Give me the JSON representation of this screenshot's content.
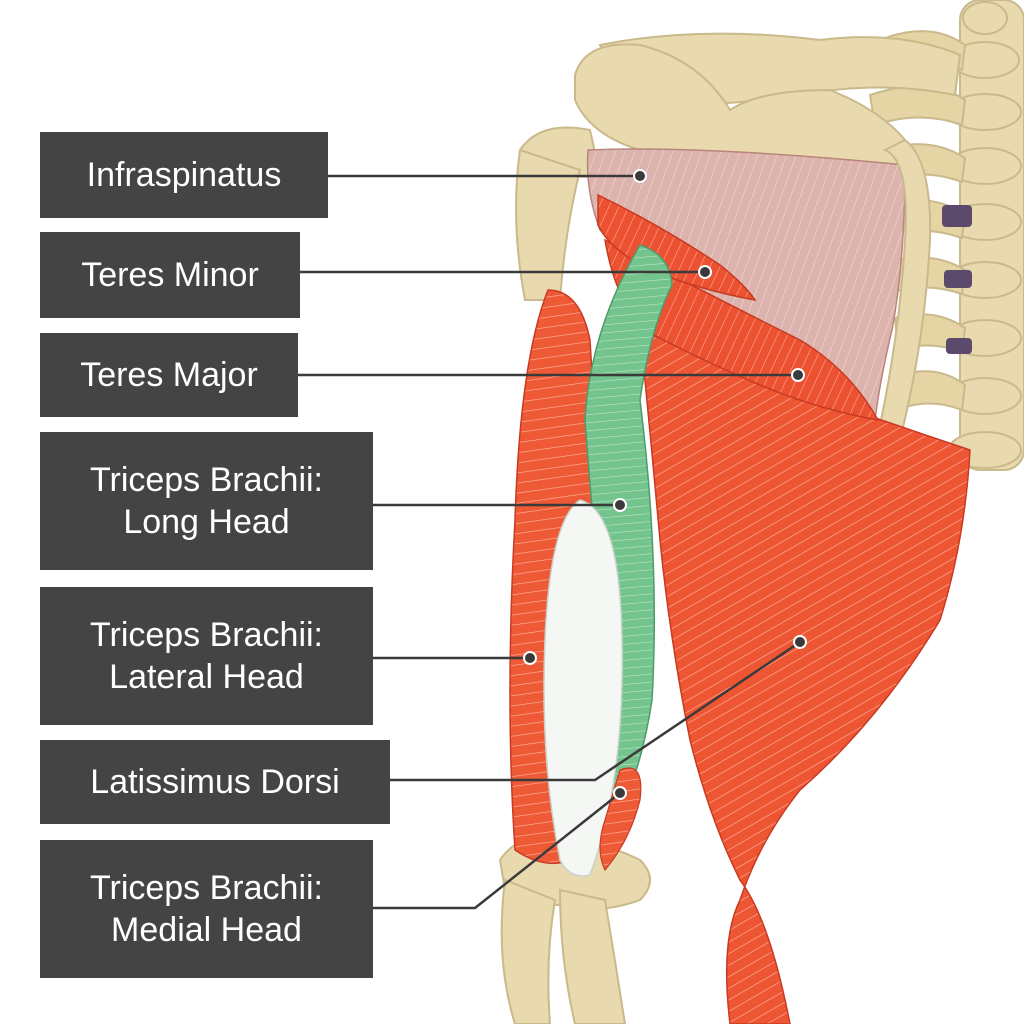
{
  "labels": {
    "infraspinatus": "Infraspinatus",
    "teres_minor": "Teres Minor",
    "teres_major": "Teres Major",
    "triceps_long": [
      "Triceps Brachii:",
      "Long Head"
    ],
    "triceps_lateral": [
      "Triceps Brachii:",
      "Lateral Head"
    ],
    "latissimus": "Latissimus Dorsi",
    "triceps_medial": [
      "Triceps Brachii:",
      "Medial Head"
    ]
  },
  "colors": {
    "label_bg": "#444444",
    "label_text": "#ffffff",
    "leader_line": "#3a3a3a",
    "bone": "#e8d9ae",
    "bone_shadow": "#c9b98b",
    "muscle_red": "#ee5533",
    "muscle_red_dark": "#c83a22",
    "muscle_green": "#74c48e",
    "infraspinatus": "#dcb6b0",
    "background": "#ffffff"
  }
}
